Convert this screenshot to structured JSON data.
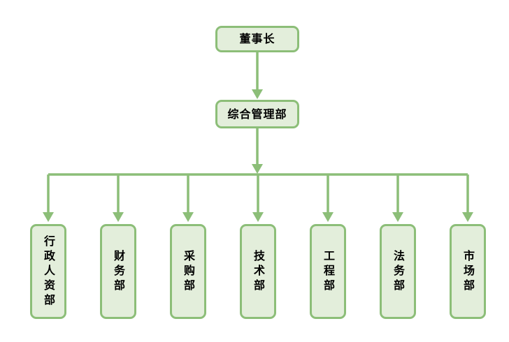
{
  "org_chart": {
    "title": "",
    "root": {
      "label": "董事长"
    },
    "manager": {
      "label": "综合管理部"
    },
    "departments": [
      {
        "label": "行政人资部"
      },
      {
        "label": "财务部"
      },
      {
        "label": "采购部"
      },
      {
        "label": "技术部"
      },
      {
        "label": "工程部"
      },
      {
        "label": "法务部"
      },
      {
        "label": "市场部"
      }
    ],
    "colors": {
      "node_fill": "#e3eedb",
      "node_border": "#8cbe78",
      "connector": "#8cbe78",
      "text": "#000000",
      "background": "#ffffff"
    },
    "structure": "root -> manager -> all departments"
  }
}
